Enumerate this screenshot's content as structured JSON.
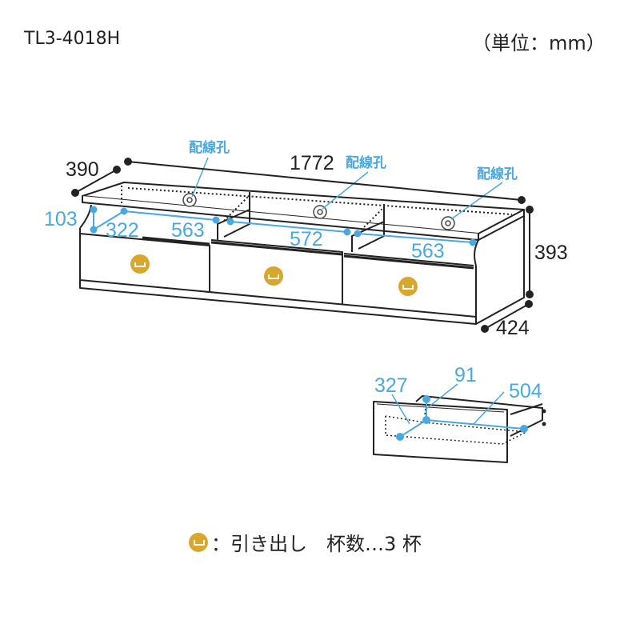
{
  "model": "TL3-4018H",
  "unit": "（単位：mm）",
  "dimensions": {
    "width": "1772",
    "depth_top": "390",
    "height": "393",
    "depth_body": "424",
    "inner_height": "103",
    "inner_depth": "322",
    "shelf_left": "563",
    "shelf_center": "572",
    "shelf_right": "563"
  },
  "cable_hole_label": "配線孔",
  "drawer": {
    "depth": "327",
    "height": "91",
    "width": "504"
  },
  "legend": {
    "icon": "drawer-handle-icon",
    "text": "：引き出し　杯数…3 杯"
  },
  "colors": {
    "accent": "#4aa8e0",
    "handle": "#d9a62e",
    "line": "#222222"
  }
}
